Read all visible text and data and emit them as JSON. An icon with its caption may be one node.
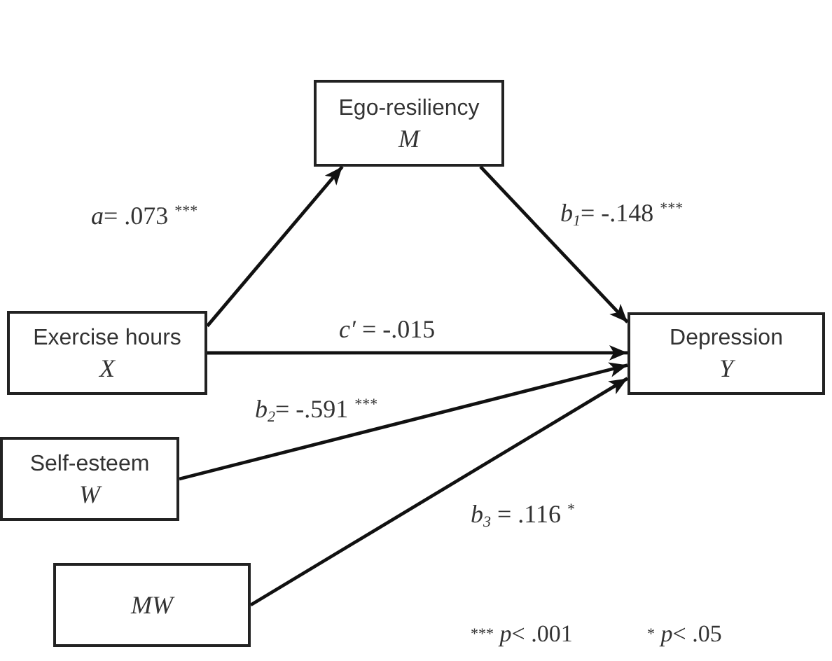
{
  "diagram": {
    "nodes": [
      {
        "text": [
          "Ego-resiliency",
          "M"
        ]
      },
      {
        "text": [
          "Exercise hours",
          "X"
        ]
      },
      {
        "text": [
          "Depression",
          "Y"
        ]
      },
      {
        "text": [
          "Self-esteem",
          "W"
        ]
      },
      {
        "text": [
          "MW"
        ]
      }
    ],
    "edges": [
      {
        "from": 1,
        "to": 0,
        "arrow": "to",
        "label": "*a*= .073 $^{***}$"
      },
      {
        "from": 0,
        "to": 2,
        "arrow": "to",
        "label": "*b*$_{1}$= -.148 $^{***}$"
      },
      {
        "from": 1,
        "to": 2,
        "arrow": "to",
        "label": "*c′* = -.015"
      },
      {
        "from": 3,
        "to": 2,
        "arrow": "to",
        "label": "*b*$_{2}$= -.591 $^{***}$"
      },
      {
        "from": 4,
        "to": 2,
        "arrow": "to",
        "label": "*b*$_{3}$ = .116 $^{*}$"
      }
    ],
    "labels": [
      "$^{***}$ *p*< .001",
      "$^{*}$ *p*< .05"
    ]
  }
}
